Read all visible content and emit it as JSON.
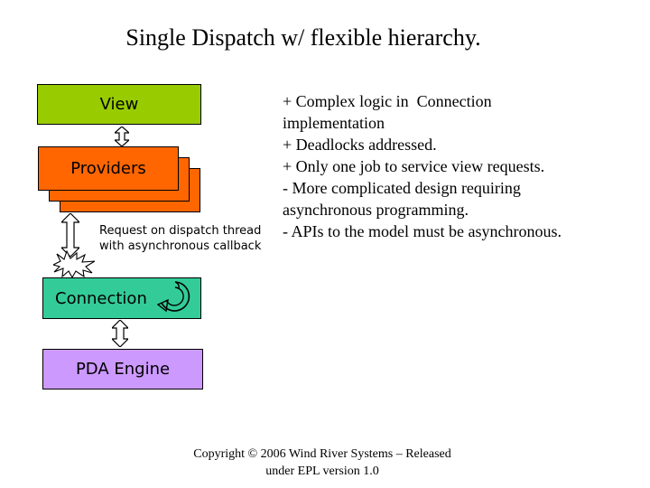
{
  "title": "Single Dispatch w/ flexible hierarchy.",
  "colors": {
    "view": "#99CC00",
    "providers": "#FF6600",
    "connection": "#33CC99",
    "pda": "#CC99FF"
  },
  "diagram": {
    "view_label": "View",
    "providers_label": "Providers",
    "connection_label": "Connection",
    "pda_label": "PDA Engine",
    "callout_line1": "Request on dispatch thread",
    "callout_line2": "with asynchronous callback"
  },
  "notes": {
    "lines": [
      "+ Complex logic in  Connection",
      "implementation",
      "+ Deadlocks addressed.",
      "+ Only one job to service view requests.",
      "- More complicated design requiring",
      "asynchronous programming.",
      "- APIs to the model must be asynchronous."
    ]
  },
  "footer": {
    "line1": "Copyright © 2006 Wind River Systems – Released",
    "line2": "under EPL version 1.0"
  }
}
